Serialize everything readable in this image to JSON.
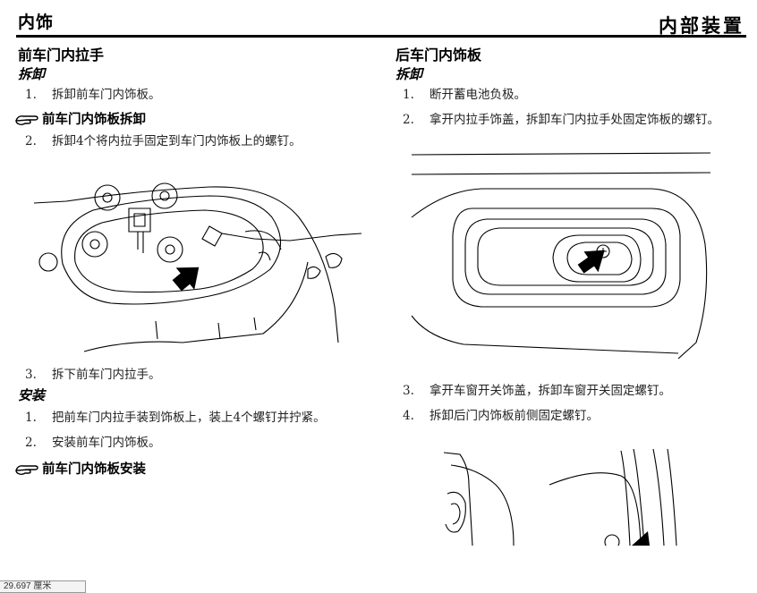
{
  "header": {
    "left_title": "内饰",
    "right_title": "内部装置"
  },
  "left_column": {
    "section_title": "前车门内拉手",
    "removal_title": "拆卸",
    "step1_num": "1.",
    "step1_text": "拆卸前车门内饰板。",
    "ref1_text": "前车门内饰板拆卸",
    "step2_num": "2.",
    "step2_text": "拆卸4个将内拉手固定到车门内饰板上的螺钉。",
    "step3_num": "3.",
    "step3_text": "拆下前车门内拉手。",
    "install_title": "安装",
    "istep1_num": "1.",
    "istep1_text": "把前车门内拉手装到饰板上，装上4个螺钉并拧紧。",
    "istep2_num": "2.",
    "istep2_text": "安装前车门内饰板。",
    "ref2_text": "前车门内饰板安装"
  },
  "right_column": {
    "section_title": "后车门内饰板",
    "removal_title": "拆卸",
    "step1_num": "1.",
    "step1_text": "断开蓄电池负极。",
    "step2_num": "2.",
    "step2_text": "拿开内拉手饰盖，拆卸车门内拉手处固定饰板的螺钉。",
    "step3_num": "3.",
    "step3_text": "拿开车窗开关饰盖，拆卸车窗开关固定螺钉。",
    "step4_num": "4.",
    "step4_text": "拆卸后门内饰板前侧固定螺钉。"
  },
  "status_bar": {
    "text": "29.697 厘米"
  },
  "icons": {
    "reference": "pointing-hand-icon"
  }
}
